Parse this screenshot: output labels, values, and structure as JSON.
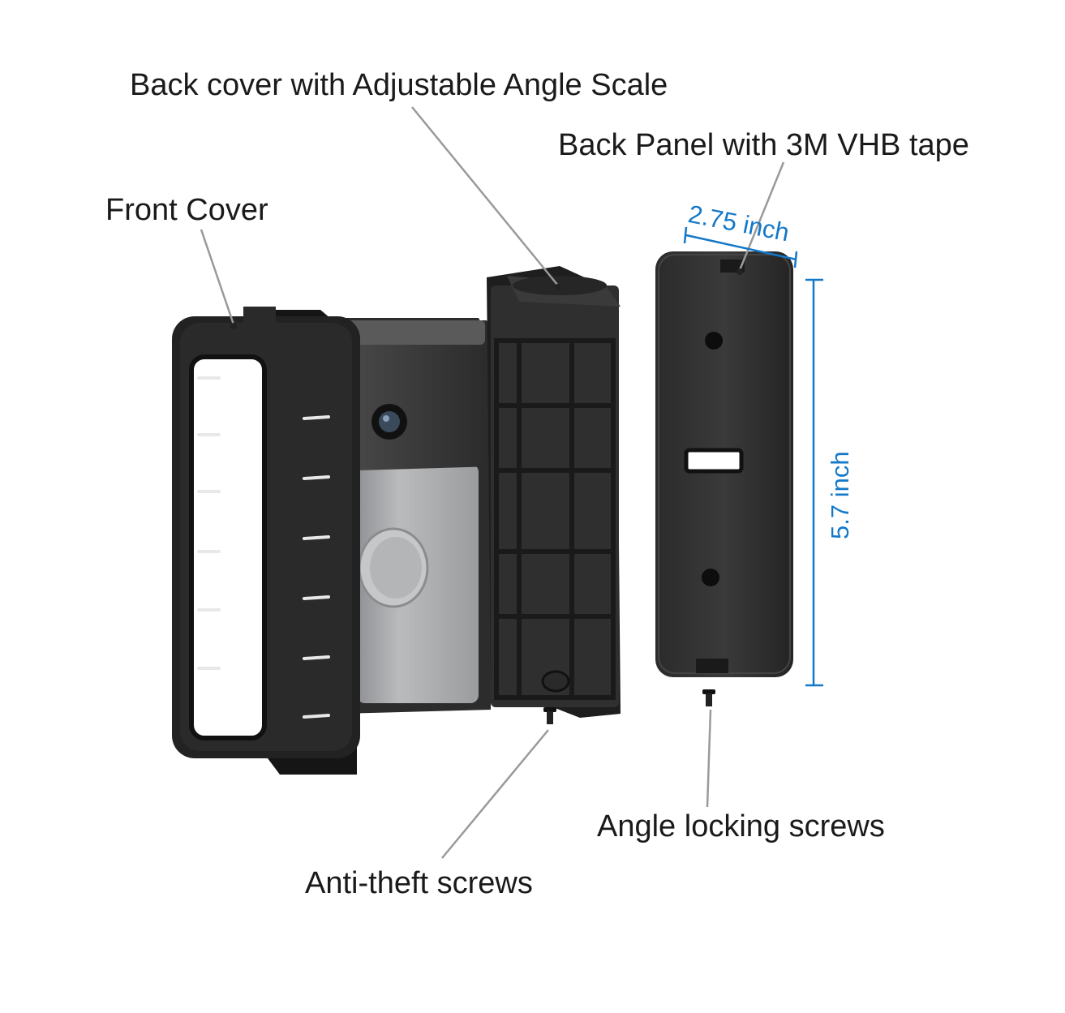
{
  "labels": {
    "back_cover": "Back cover with Adjustable Angle Scale",
    "back_panel": "Back Panel with 3M VHB tape",
    "front_cover": "Front Cover",
    "angle_locking_screws": "Angle locking screws",
    "anti_theft_screws": "Anti-theft screws"
  },
  "dimensions": {
    "width": "2.75 inch",
    "height": "5.7 inch"
  },
  "colors": {
    "dimension": "#1478c8",
    "label_text": "#1a1a1a",
    "leader_line": "#9a9a9a",
    "bracket": "#1f1f1f",
    "doorbell_silver": "#a7a9ab"
  }
}
